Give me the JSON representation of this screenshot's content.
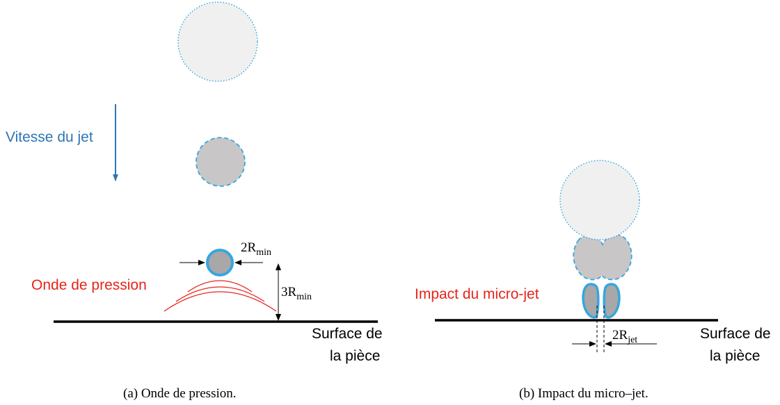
{
  "panel_a": {
    "velocity_label": "Vitesse du jet",
    "wave_label": "Onde de pression",
    "dim_width": {
      "main": "2R",
      "sub": "min"
    },
    "dim_height": {
      "main": "3R",
      "sub": "min"
    },
    "surface_line1": "Surface de",
    "surface_line2": "la pièce",
    "caption": "(a) Onde de pression."
  },
  "panel_b": {
    "impact_label": "Impact du micro-jet",
    "dim_jet": {
      "main": "2R",
      "sub": "jet"
    },
    "surface_line1": "Surface de",
    "surface_line2": "la pièce",
    "caption": "(b) Impact du micro–jet."
  },
  "colors": {
    "label_blue": "#2e75b6",
    "label_red": "#e8231b",
    "bubble_outline": "#36a6df",
    "bubble_light_fill": "#f0f0f0",
    "bubble_dark_fill": "#c8c6c6",
    "wave_red": "#e8231b",
    "arrow_blue": "#2e75b6"
  }
}
